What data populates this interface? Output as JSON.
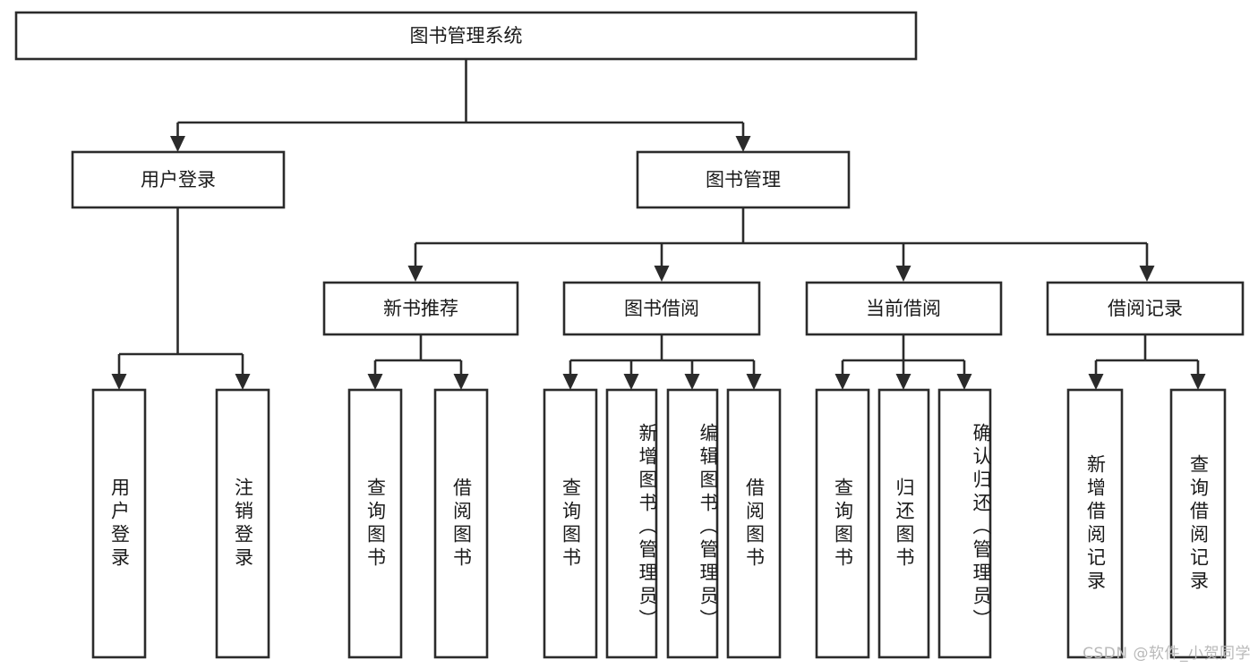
{
  "diagram": {
    "type": "tree",
    "orientation": "top-down",
    "root": {
      "id": "root",
      "label": "图书管理系统"
    },
    "level2": [
      {
        "id": "user-login",
        "label": "用户登录"
      },
      {
        "id": "book-manage",
        "label": "图书管理"
      }
    ],
    "level3": [
      {
        "id": "new-book-rec",
        "label": "新书推荐",
        "parent": "book-manage"
      },
      {
        "id": "book-borrow",
        "label": "图书借阅",
        "parent": "book-manage"
      },
      {
        "id": "current-borrow",
        "label": "当前借阅",
        "parent": "book-manage"
      },
      {
        "id": "borrow-record",
        "label": "借阅记录",
        "parent": "book-manage"
      }
    ],
    "leaves": [
      {
        "id": "leaf-user-login",
        "label": "用户登录",
        "parent": "user-login"
      },
      {
        "id": "leaf-user-logout",
        "label": "注销登录",
        "parent": "user-login"
      },
      {
        "id": "leaf-query-book-1",
        "label": "查询图书",
        "parent": "new-book-rec"
      },
      {
        "id": "leaf-borrow-book-1",
        "label": "借阅图书",
        "parent": "new-book-rec"
      },
      {
        "id": "leaf-query-book-2",
        "label": "查询图书",
        "parent": "book-borrow"
      },
      {
        "id": "leaf-add-book",
        "label": "新增图书（管理员）",
        "parent": "book-borrow"
      },
      {
        "id": "leaf-edit-book",
        "label": "编辑图书（管理员）",
        "parent": "book-borrow"
      },
      {
        "id": "leaf-borrow-book-2",
        "label": "借阅图书",
        "parent": "book-borrow"
      },
      {
        "id": "leaf-query-book-3",
        "label": "查询图书",
        "parent": "current-borrow"
      },
      {
        "id": "leaf-return-book",
        "label": "归还图书",
        "parent": "current-borrow"
      },
      {
        "id": "leaf-confirm-return",
        "label": "确认归还（管理员）",
        "parent": "current-borrow"
      },
      {
        "id": "leaf-add-record",
        "label": "新增借阅记录",
        "parent": "borrow-record"
      },
      {
        "id": "leaf-query-record",
        "label": "查询借阅记录",
        "parent": "borrow-record"
      }
    ],
    "colors": {
      "stroke": "#2b2b2b",
      "fill": "#ffffff",
      "text": "#1a1a1a",
      "watermark": "#b9b9b9"
    }
  },
  "watermark": {
    "text": "CSDN @软件_小贺同学"
  }
}
